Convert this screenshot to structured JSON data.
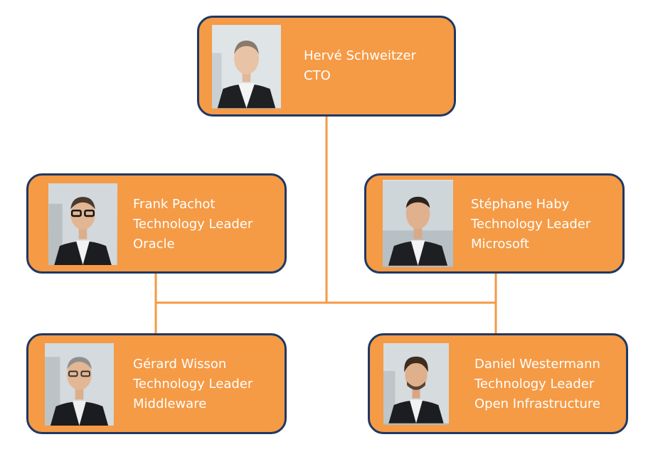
{
  "colors": {
    "box_fill": "#f59a45",
    "box_border": "#1f3864",
    "connector": "#f59a45",
    "text": "#ffffff"
  },
  "nodes": {
    "cto": {
      "name": "Hervé Schweitzer",
      "title": "CTO"
    },
    "oracle": {
      "name": "Frank Pachot",
      "title": "Technology Leader",
      "area": "Oracle"
    },
    "microsoft": {
      "name": "Stéphane Haby",
      "title": "Technology Leader",
      "area": "Microsoft"
    },
    "middleware": {
      "name": "Gérard Wisson",
      "title": "Technology Leader",
      "area": "Middleware"
    },
    "openinfra": {
      "name": "Daniel Westermann",
      "title": "Technology Leader",
      "area": "Open Infrastructure"
    }
  }
}
